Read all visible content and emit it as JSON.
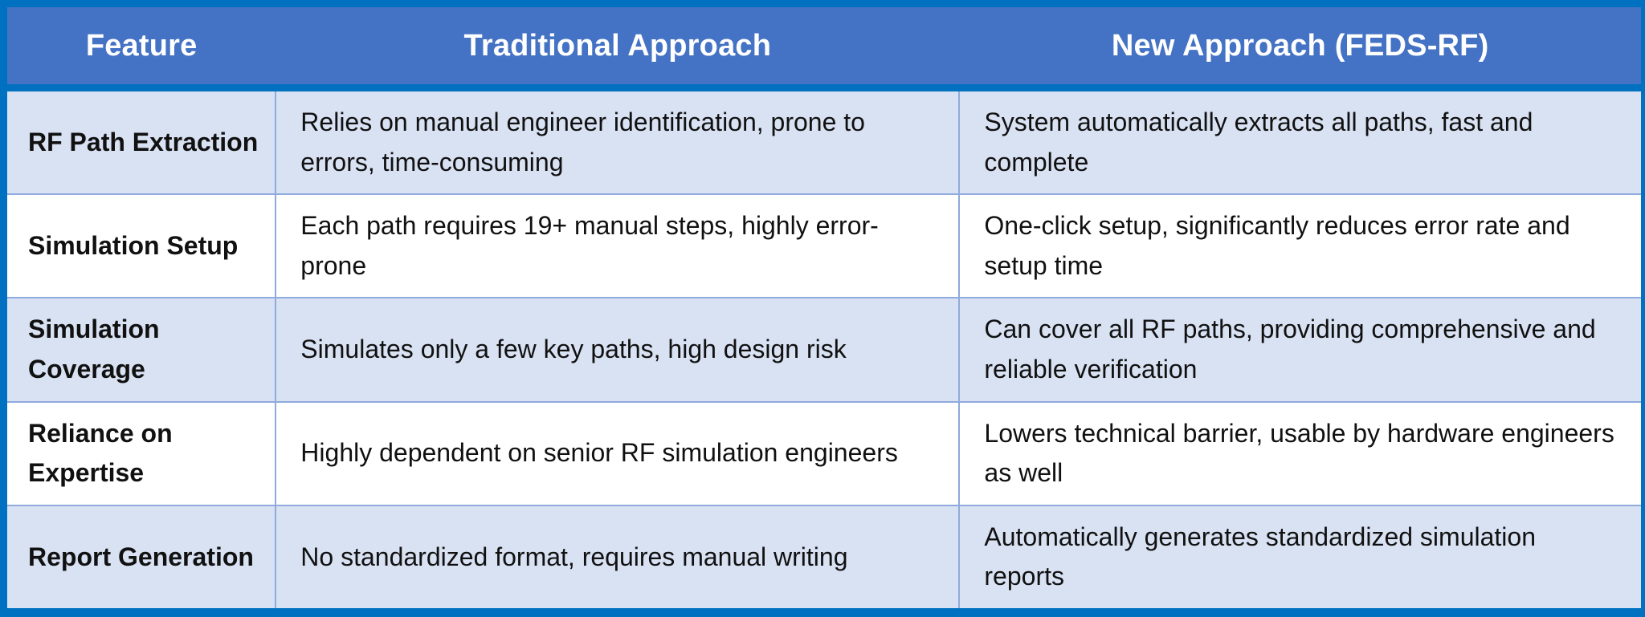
{
  "table": {
    "columns": [
      {
        "label": "Feature"
      },
      {
        "label": "Traditional Approach"
      },
      {
        "label": "New Approach (FEDS-RF)"
      }
    ],
    "rows": [
      {
        "feature": "RF Path Extraction",
        "traditional": "Relies on manual engineer identification, prone to errors, time-consuming",
        "new_approach": "System automatically extracts all paths, fast and complete"
      },
      {
        "feature": "Simulation Setup",
        "traditional": "Each path requires 19+ manual steps, highly error-prone",
        "new_approach": "One-click setup, significantly reduces error rate and setup time"
      },
      {
        "feature": "Simulation Coverage",
        "traditional": "Simulates only a few key paths, high design risk",
        "new_approach": "Can cover all RF paths, providing comprehensive and reliable verification"
      },
      {
        "feature": "Reliance on Expertise",
        "traditional": "Highly dependent on senior RF simulation engineers",
        "new_approach": "Lowers technical barrier, usable by hardware engineers as well"
      },
      {
        "feature": "Report Generation",
        "traditional": "No standardized format, requires manual writing",
        "new_approach": "Automatically generates standardized simulation reports"
      }
    ],
    "colors": {
      "header_bg": "#4472C4",
      "header_text": "#FFFFFF",
      "outer_border": "#0070C0",
      "grid_line": "#8FAADC",
      "row_alt_bg": "#D9E2F3",
      "row_bg": "#FFFFFF",
      "body_text": "#111111"
    }
  }
}
